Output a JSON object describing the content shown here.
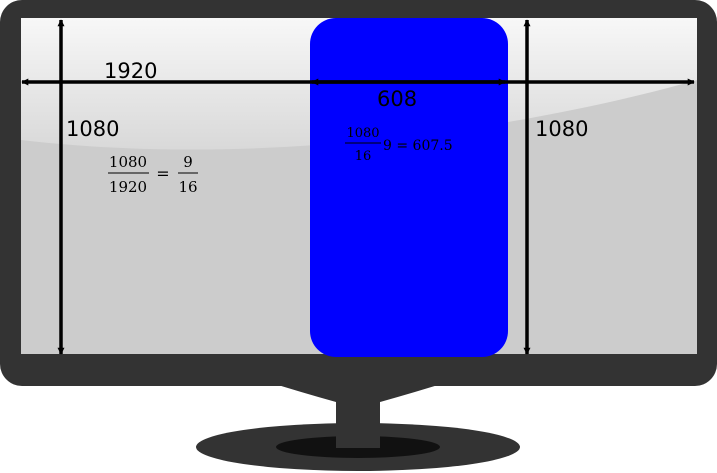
{
  "diagram": {
    "labels": {
      "width_full": "1920",
      "height_left": "1080",
      "height_right": "1080",
      "width_crop": "608"
    },
    "formulas": {
      "ratio": {
        "num_left": "1080",
        "den_left": "1920",
        "equals": "=",
        "num_right": "9",
        "den_right": "16"
      },
      "crop": {
        "num": "1080",
        "den": "16",
        "rest": "9 = 607.5"
      }
    },
    "colors": {
      "bezel": "#333333",
      "screen": "#cccccc",
      "crop_region": "#0000ff",
      "arrow": "#000000"
    }
  }
}
